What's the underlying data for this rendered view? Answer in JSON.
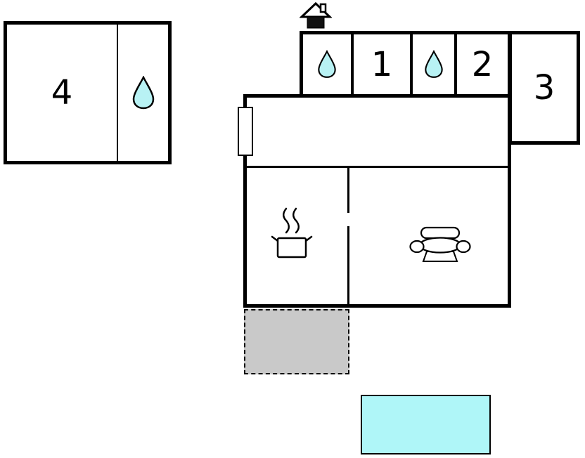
{
  "plan": {
    "title": "holiday-home-floor-plan",
    "rooms": {
      "room1": "1",
      "room2": "2",
      "room3": "3",
      "room4": "4"
    },
    "icons": [
      "water-drop-icon",
      "entrance-house-icon",
      "cooking-pot-steam-icon",
      "sofa-icon"
    ],
    "colors": {
      "wall": "#000000",
      "water_drop_fill": "#b8f2f4",
      "terrace_fill": "#c9c9c9",
      "pool_fill": "#aff6f8"
    }
  }
}
